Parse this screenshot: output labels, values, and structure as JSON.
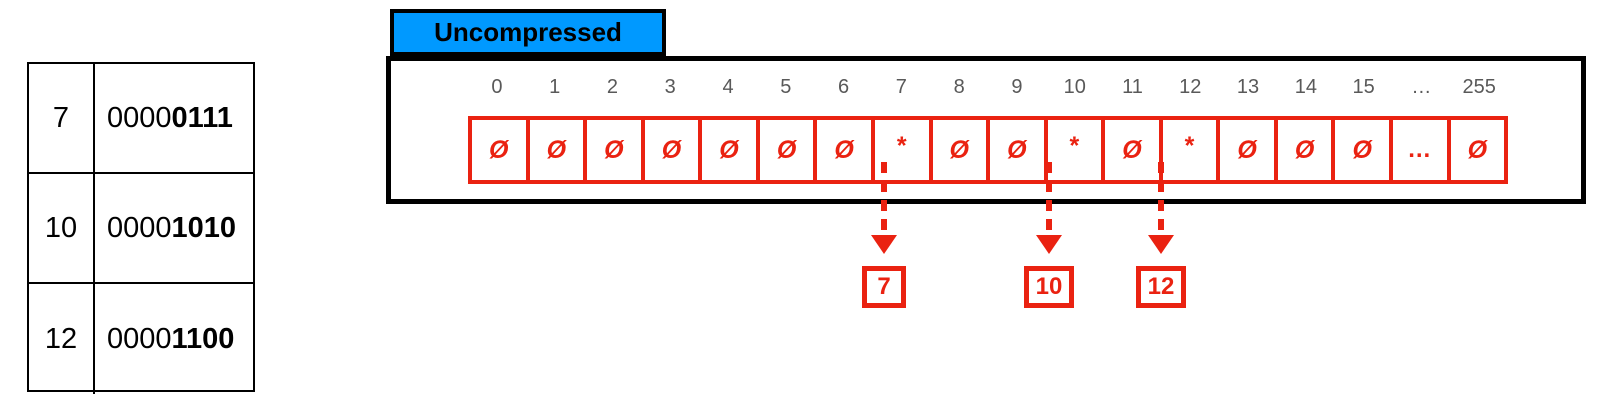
{
  "colors": {
    "red": "#EA2211",
    "blue": "#0099FF",
    "black": "#000000",
    "index_gray": "#595959"
  },
  "binary_table": {
    "rows": [
      {
        "decimal": "7",
        "binary_prefix": "0000",
        "binary_suffix": "0111",
        "binary_full": "00000111"
      },
      {
        "decimal": "10",
        "binary_prefix": "0000",
        "binary_suffix": "1010",
        "binary_full": "00001010"
      },
      {
        "decimal": "12",
        "binary_prefix": "0000",
        "binary_suffix": "1100",
        "binary_full": "00001100"
      }
    ]
  },
  "bitmap": {
    "label": "Uncompressed",
    "indices": [
      "0",
      "1",
      "2",
      "3",
      "4",
      "5",
      "6",
      "7",
      "8",
      "9",
      "10",
      "11",
      "12",
      "13",
      "14",
      "15",
      "…",
      "255"
    ],
    "cells": [
      "Ø",
      "Ø",
      "Ø",
      "Ø",
      "Ø",
      "Ø",
      "Ø",
      "*",
      "Ø",
      "Ø",
      "*",
      "Ø",
      "*",
      "Ø",
      "Ø",
      "Ø",
      "…",
      "Ø"
    ],
    "set_positions": [
      "7",
      "10",
      "12"
    ]
  },
  "pointers": [
    {
      "index": "7",
      "value": "7"
    },
    {
      "index": "10",
      "value": "10"
    },
    {
      "index": "12",
      "value": "12"
    }
  ]
}
